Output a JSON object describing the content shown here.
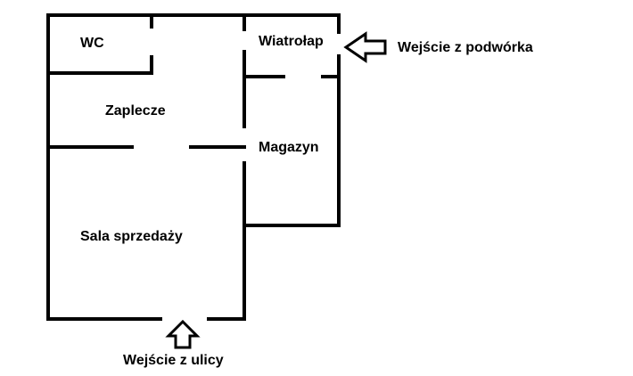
{
  "rooms": {
    "wc": "WC",
    "wiatrolap": "Wiatrołap",
    "zaplecze": "Zaplecze",
    "magazyn": "Magazyn",
    "sala": "Sala sprzedaży"
  },
  "entrances": {
    "yard": "Wejście z podwórka",
    "street": "Wejście z ulicy"
  },
  "colors": {
    "wall": "#000000",
    "background": "#ffffff"
  }
}
